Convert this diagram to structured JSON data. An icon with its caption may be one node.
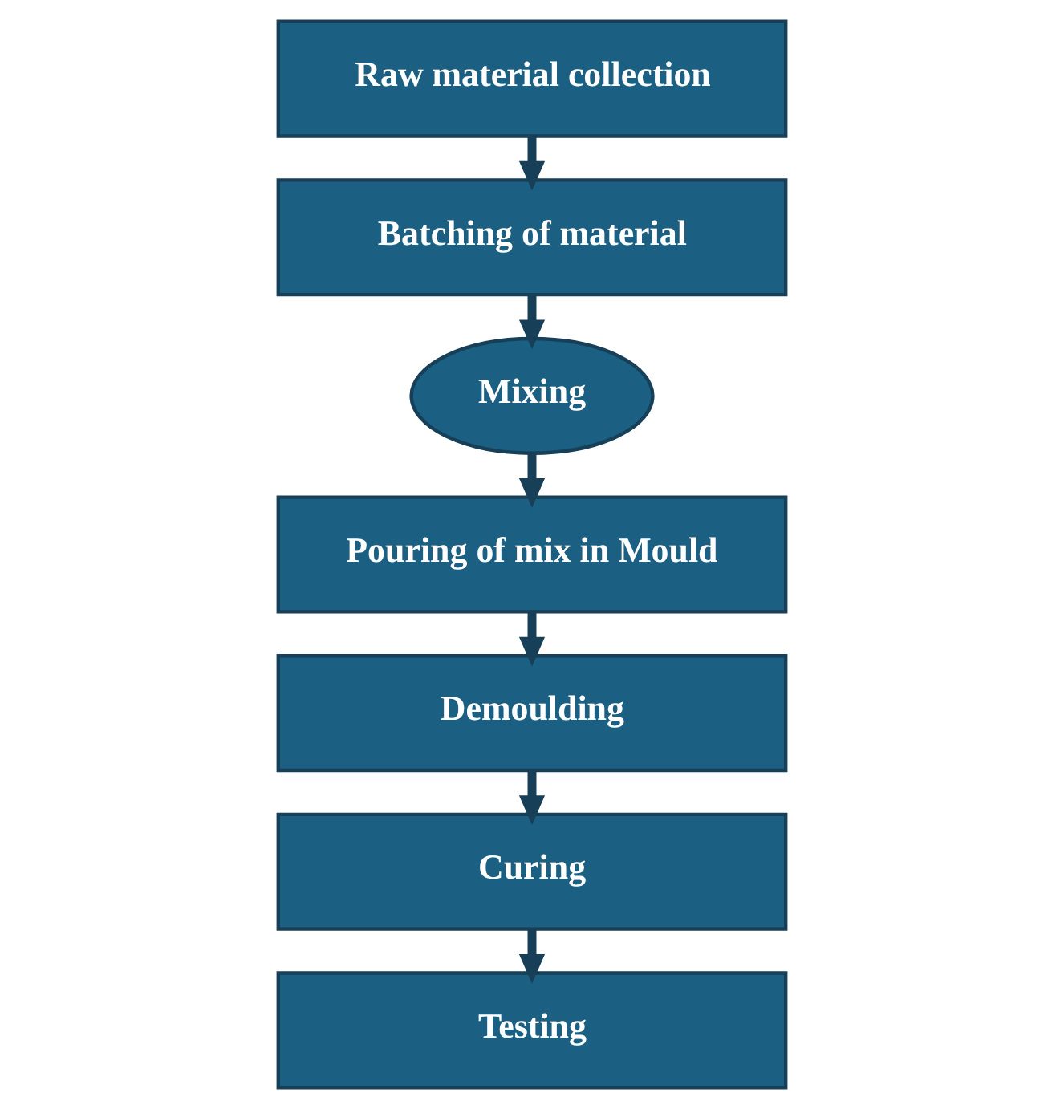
{
  "diagram": {
    "nodes": [
      {
        "text": [
          "Raw material collection"
        ]
      },
      {
        "text": [
          "Batching of material"
        ]
      },
      {
        "text": [
          "Mixing"
        ]
      },
      {
        "text": [
          "Pouring of mix in Mould"
        ]
      },
      {
        "text": [
          "Demoulding"
        ]
      },
      {
        "text": [
          "Curing"
        ]
      },
      {
        "text": [
          "Testing"
        ]
      }
    ],
    "edges": [
      {
        "from": 0,
        "to": 1,
        "arrow": "to"
      },
      {
        "from": 1,
        "to": 2,
        "arrow": "to"
      },
      {
        "from": 2,
        "to": 3,
        "arrow": "to"
      },
      {
        "from": 3,
        "to": 4,
        "arrow": "to"
      },
      {
        "from": 4,
        "to": 5,
        "arrow": "to"
      },
      {
        "from": 5,
        "to": 6,
        "arrow": "to"
      }
    ]
  }
}
